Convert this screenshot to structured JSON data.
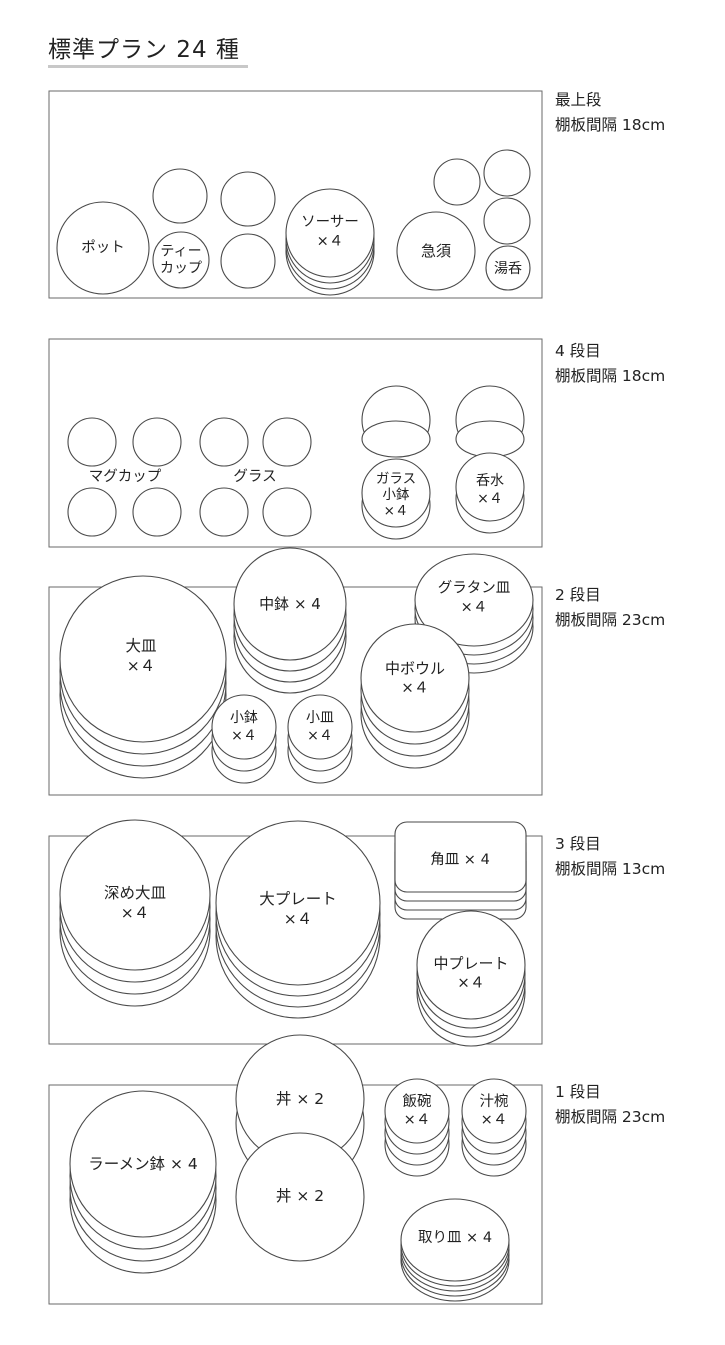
{
  "title": "標準プラン 24 種",
  "shelves": [
    {
      "name": "最上段",
      "spacing": "棚板間隔 18cm"
    },
    {
      "name": "4 段目",
      "spacing": "棚板間隔 18cm"
    },
    {
      "name": "2 段目",
      "spacing": "棚板間隔 23cm"
    },
    {
      "name": "3 段目",
      "spacing": "棚板間隔 13cm"
    },
    {
      "name": "1 段目",
      "spacing": "棚板間隔 23cm"
    }
  ],
  "items": {
    "pot": [
      "ポット"
    ],
    "teacup": [
      "ティー",
      "カップ"
    ],
    "saucer": [
      "ソーサー",
      "×４"
    ],
    "kyusu": [
      "急須"
    ],
    "yunomi": [
      "湯呑"
    ],
    "mugcup": [
      "マグカップ"
    ],
    "glass": [
      "グラス"
    ],
    "glass_bowl": [
      "ガラス",
      "小鉢",
      "×４"
    ],
    "suinomi": [
      "呑水",
      "×４"
    ],
    "oozara": [
      "大皿",
      "×４"
    ],
    "chubachi": [
      "中鉢 × 4"
    ],
    "gratin": [
      "グラタン皿",
      "×４"
    ],
    "chubowl": [
      "中ボウル",
      "×４"
    ],
    "kobachi": [
      "小鉢",
      "×４"
    ],
    "kozara": [
      "小皿",
      "×４"
    ],
    "fukame": [
      "深め大皿",
      "×４"
    ],
    "oplate": [
      "大プレート",
      "×４"
    ],
    "kakuzara": [
      "角皿 × 4"
    ],
    "chuplate": [
      "中プレート",
      "×４"
    ],
    "ramen": [
      "ラーメン鉢 × 4"
    ],
    "don1": [
      "丼 × 2"
    ],
    "don2": [
      "丼 × 2"
    ],
    "chawan": [
      "飯碗",
      "×４"
    ],
    "shiruwan": [
      "汁椀",
      "×４"
    ],
    "torizara": [
      "取り皿 × 4"
    ]
  }
}
